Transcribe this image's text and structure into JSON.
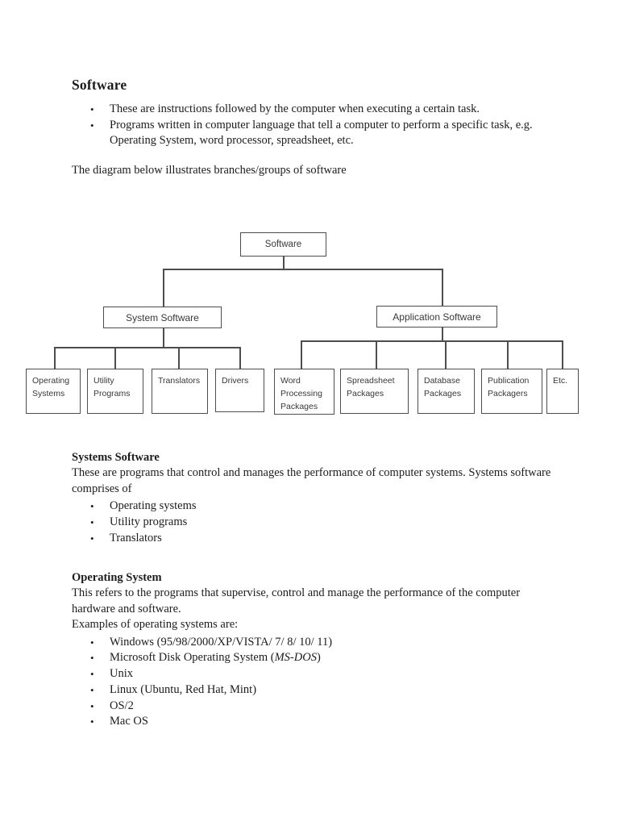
{
  "ui": {
    "bullet_char": "•"
  },
  "colors": {
    "ink": "#1c1c1c",
    "diagram_line": "#4d4d4d"
  },
  "intro": {
    "title": "Software",
    "bullets": [
      "These are instructions followed by the computer when executing a certain task.",
      "Programs written in computer language that tell a computer to perform a specific task, e.g. Operating System, word processor, spreadsheet, etc."
    ],
    "caption": "The diagram below illustrates branches/groups of software"
  },
  "diagram": {
    "root": "Software",
    "system_software": "System Software",
    "application_software": "Application Software",
    "system_children": [
      "Operating Systems",
      "Utility Programs",
      "Translators",
      "Drivers"
    ],
    "application_children": [
      "Word Processing Packages",
      "Spreadsheet Packages",
      "Database Packages",
      "Publication Packagers",
      "Etc."
    ]
  },
  "sections": {
    "systems_software": {
      "heading": "Systems Software",
      "body": "These are programs that control and manages the performance of computer systems. Systems software comprises of",
      "bullets": [
        "Operating systems",
        "Utility programs",
        "Translators"
      ]
    },
    "operating_system": {
      "heading": "Operating System",
      "body": "This refers to the programs that supervise, control and manage the performance of the computer hardware and software.",
      "examples_label": "Examples of operating systems are:",
      "bullets": [
        "Windows (95/98/2000/XP/VISTA/ 7/ 8/ 10/ 11)",
        "Unix",
        "Linux (Ubuntu, Red Hat, Mint)",
        "OS/2",
        "Mac OS"
      ],
      "msdos": {
        "prefix": "Microsoft Disk Operating System (",
        "italic": "MS-DOS",
        "suffix": ")"
      }
    }
  }
}
